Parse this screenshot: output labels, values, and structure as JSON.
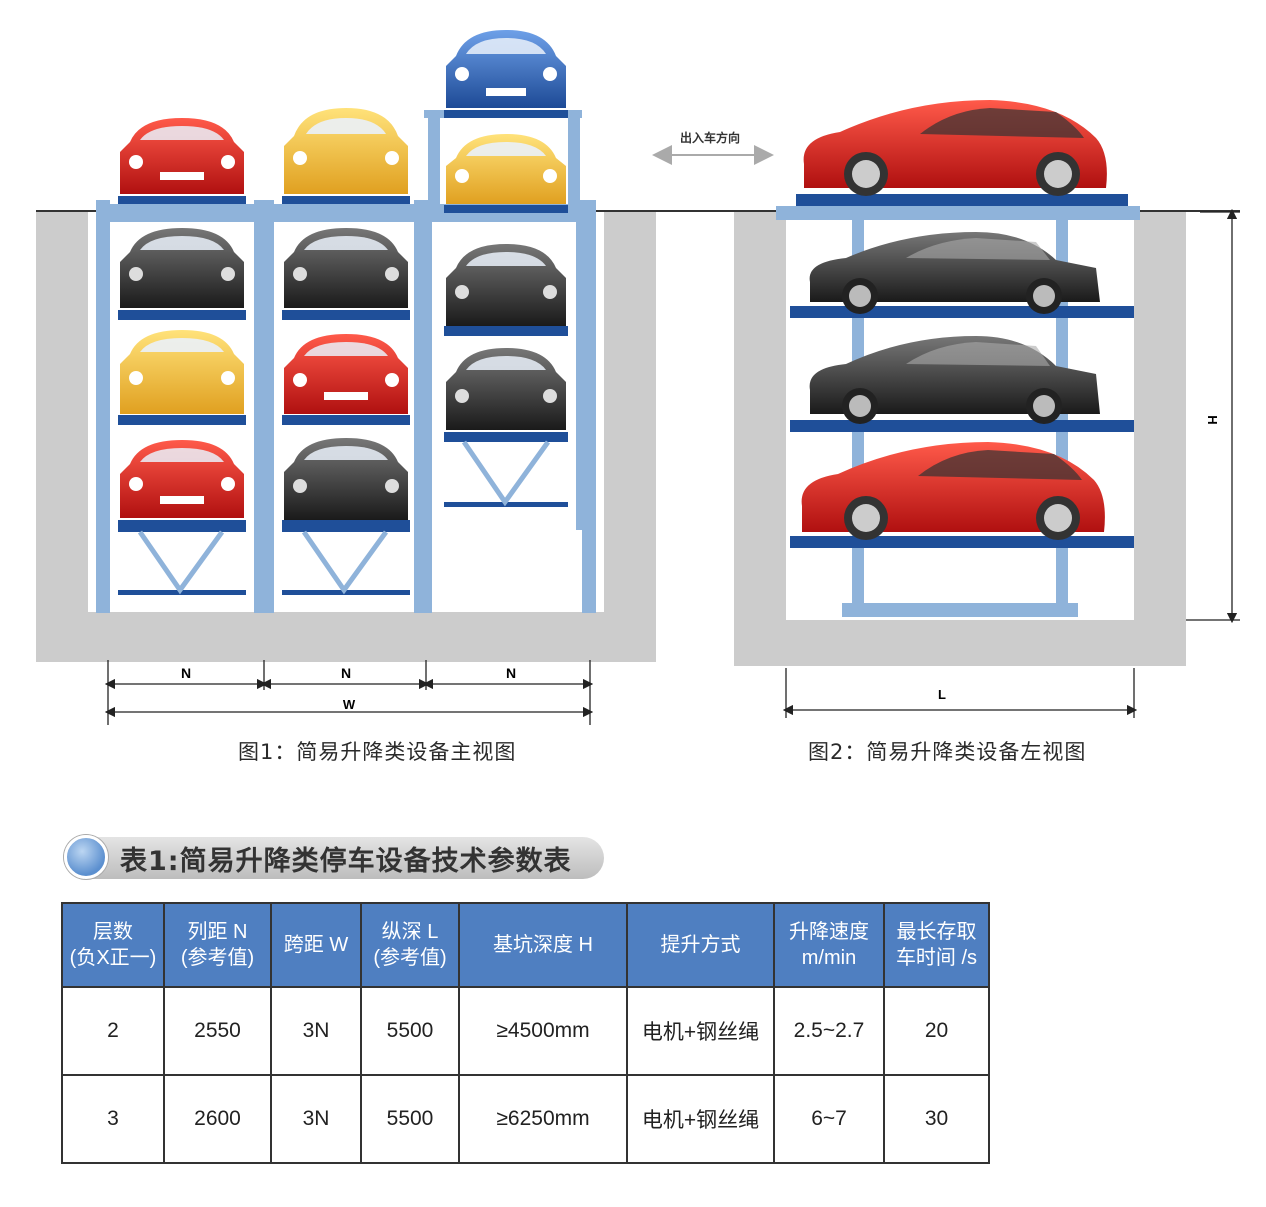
{
  "figure1": {
    "caption": "图1：简易升降类设备主视图",
    "dim_n": "N",
    "dim_w": "W"
  },
  "figure2": {
    "caption": "图2：简易升降类设备左视图",
    "dim_l": "L",
    "dim_h": "H",
    "direction_label": "出入车方向"
  },
  "table": {
    "title": "表1:简易升降类停车设备技术参数表",
    "headers": [
      [
        "层数",
        "(负X正一)"
      ],
      [
        "列距 N",
        "(参考值)"
      ],
      [
        "跨距 W"
      ],
      [
        "纵深 L",
        "(参考值)"
      ],
      [
        "基坑深度 H"
      ],
      [
        "提升方式"
      ],
      [
        "升降速度",
        "m/min"
      ],
      [
        "最长存取",
        "车时间 /s"
      ]
    ],
    "rows": [
      [
        "2",
        "2550",
        "3N",
        "5500",
        "≥4500mm",
        "电机+钢丝绳",
        "2.5~2.7",
        "20"
      ],
      [
        "3",
        "2600",
        "3N",
        "5500",
        "≥6250mm",
        "电机+钢丝绳",
        "6~7",
        "30"
      ]
    ]
  },
  "colors": {
    "frame": "#8fb3da",
    "platform": "#1f4f99",
    "pit": "#cccccc",
    "header_bg": "#4f7fc1",
    "red_car": "#d42020",
    "yellow_car": "#f2c53a",
    "black_car": "#2a2a2a",
    "blue_car": "#2f63b5"
  }
}
